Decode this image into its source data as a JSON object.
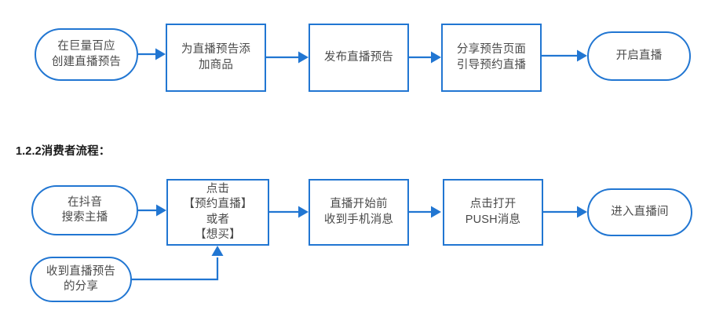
{
  "theme": {
    "edge_color": "#2176d2",
    "node_text_color": "#4a4a4a",
    "heading_color": "#1a1a1a",
    "background": "#ffffff"
  },
  "heading": {
    "text": "1.2.2消费者流程："
  },
  "diagram": {
    "type": "flowchart",
    "orientation": "left-to-right",
    "flows": [
      {
        "id": "merchant-flow",
        "nodes": [
          {
            "id": "m1",
            "shape": "rounded",
            "text": "在巨量百应\n创建直播预告"
          },
          {
            "id": "m2",
            "shape": "rectangle",
            "text": "为直播预告添\n加商品"
          },
          {
            "id": "m3",
            "shape": "rectangle",
            "text": "发布直播预告"
          },
          {
            "id": "m4",
            "shape": "rectangle",
            "text": "分享预告页面\n引导预约直播"
          },
          {
            "id": "m5",
            "shape": "rounded",
            "text": "开启直播"
          }
        ],
        "edges": [
          {
            "from": "m1",
            "to": "m2",
            "style": "straight-arrow"
          },
          {
            "from": "m2",
            "to": "m3",
            "style": "straight-arrow"
          },
          {
            "from": "m3",
            "to": "m4",
            "style": "straight-arrow"
          },
          {
            "from": "m4",
            "to": "m5",
            "style": "straight-arrow"
          }
        ]
      },
      {
        "id": "consumer-flow",
        "nodes": [
          {
            "id": "c1",
            "shape": "rounded",
            "text": "在抖音\n搜索主播"
          },
          {
            "id": "c2",
            "shape": "rectangle",
            "text": "点击\n【预约直播】\n或者\n【想买】"
          },
          {
            "id": "c3",
            "shape": "rectangle",
            "text": "直播开始前\n收到手机消息"
          },
          {
            "id": "c4",
            "shape": "rectangle",
            "text": "点击打开\nPUSH消息"
          },
          {
            "id": "c5",
            "shape": "rounded",
            "text": "进入直播间"
          },
          {
            "id": "c6",
            "shape": "rounded",
            "text": "收到直播预告\n的分享"
          }
        ],
        "edges": [
          {
            "from": "c1",
            "to": "c2",
            "style": "straight-arrow"
          },
          {
            "from": "c2",
            "to": "c3",
            "style": "straight-arrow"
          },
          {
            "from": "c3",
            "to": "c4",
            "style": "straight-arrow"
          },
          {
            "from": "c4",
            "to": "c5",
            "style": "straight-arrow"
          },
          {
            "from": "c6",
            "to": "c2",
            "style": "elbow-arrow-up"
          }
        ]
      }
    ]
  }
}
